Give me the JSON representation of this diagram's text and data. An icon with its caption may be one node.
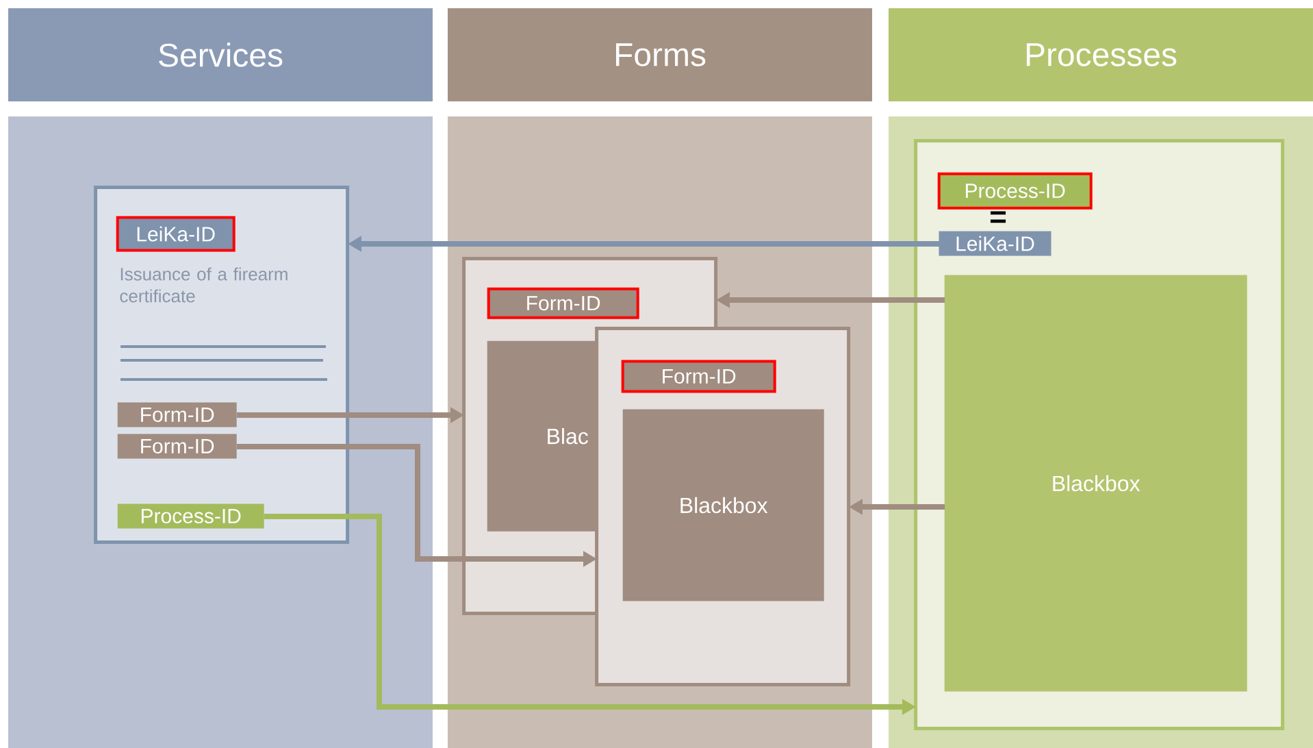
{
  "diagram": {
    "nodes": [
      {
        "text": [
          "Services"
        ]
      },
      {
        "text": [
          "Forms"
        ]
      },
      {
        "text": [
          "Processes"
        ]
      },
      {
        "text": [],
        "shape": "box"
      },
      {
        "text": [],
        "shape": "box"
      },
      {
        "text": [],
        "shape": "box"
      },
      {
        "text": [
          "Issuance of a firearm certificate"
        ],
        "in": 3
      },
      {
        "text": [
          "LeiKa-ID"
        ],
        "in": 6
      },
      {
        "text": [
          "Form-ID"
        ],
        "in": 6
      },
      {
        "text": [
          "Form-ID"
        ],
        "in": 6
      },
      {
        "text": [
          "Process-ID"
        ],
        "in": 6
      },
      {
        "text": [],
        "shape": "box",
        "in": 4
      },
      {
        "text": [
          "Form-ID"
        ],
        "in": 11
      },
      {
        "text": [
          "Blac"
        ],
        "in": 11
      },
      {
        "text": [],
        "shape": "box",
        "in": 4
      },
      {
        "text": [
          "Form-ID"
        ],
        "in": 14
      },
      {
        "text": [
          "Blackbox"
        ],
        "in": 14
      },
      {
        "text": [],
        "shape": "box",
        "in": 5
      },
      {
        "text": [
          "Process-ID"
        ],
        "in": 17
      },
      {
        "text": [
          "LeiKa-ID"
        ],
        "in": 17
      },
      {
        "text": [
          "Blackbox"
        ],
        "in": 17
      }
    ],
    "edges": [
      {
        "from": 19,
        "to": 6,
        "arrow": "to",
        "color": "#7f93ad"
      },
      {
        "from": 8,
        "to": 11,
        "arrow": "to"
      },
      {
        "from": 9,
        "to": 14,
        "arrow": "to"
      },
      {
        "from": 10,
        "to": 17,
        "arrow": "to",
        "color": "#a4bb5c"
      },
      {
        "from": 20,
        "to": 11,
        "arrow": "to"
      },
      {
        "from": 20,
        "to": 14,
        "arrow": "to"
      }
    ],
    "labels": [
      "="
    ]
  }
}
